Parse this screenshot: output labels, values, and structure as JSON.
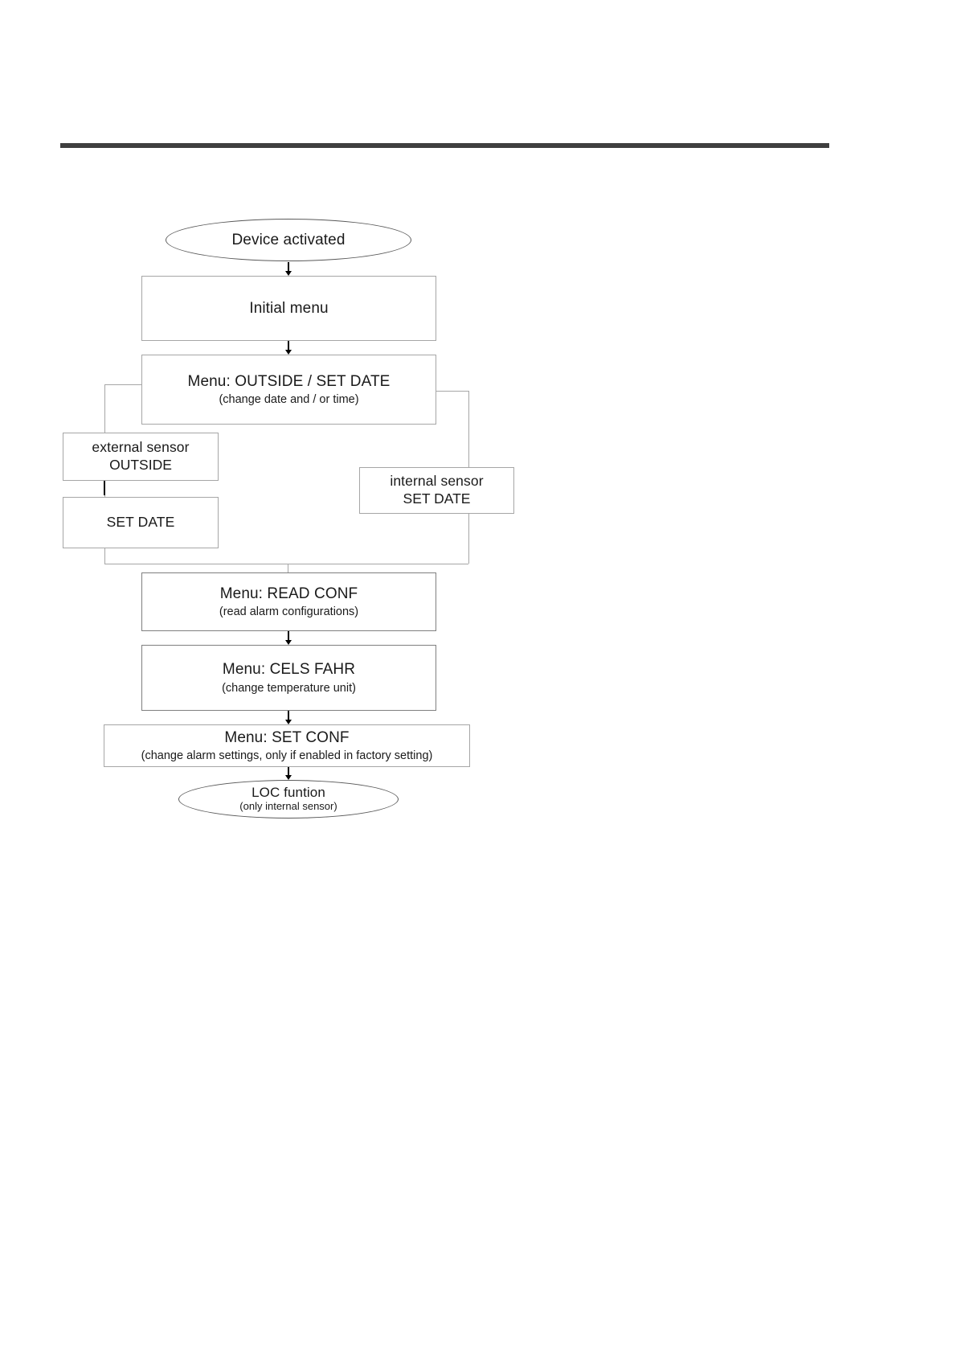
{
  "page": {
    "header_rule_color": "#3f3f3f",
    "background": "#ffffff"
  },
  "flowchart": {
    "type": "flowchart",
    "orientation": "top-to-bottom",
    "nodes": [
      {
        "id": "device-activated",
        "shape": "oval",
        "title": "Device activated",
        "subtitle": ""
      },
      {
        "id": "initial-menu",
        "shape": "rectangle",
        "title": "Initial menu",
        "subtitle": ""
      },
      {
        "id": "menu-outside-set-date",
        "shape": "rectangle",
        "title": "Menu: OUTSIDE / SET DATE",
        "subtitle": "(change date and / or time)"
      },
      {
        "id": "external-sensor-outside",
        "shape": "rectangle",
        "title": "external sensor",
        "subtitle": "OUTSIDE"
      },
      {
        "id": "set-date",
        "shape": "rectangle",
        "title": "SET DATE",
        "subtitle": ""
      },
      {
        "id": "internal-sensor-set-date",
        "shape": "rectangle",
        "title": "internal sensor",
        "subtitle": "SET DATE"
      },
      {
        "id": "menu-read-conf",
        "shape": "rectangle",
        "title": "Menu: READ CONF",
        "subtitle": "(read alarm configurations)"
      },
      {
        "id": "menu-cels-fahr",
        "shape": "rectangle",
        "title": "Menu: CELS FAHR",
        "subtitle": "(change temperature unit)"
      },
      {
        "id": "menu-set-conf",
        "shape": "rectangle",
        "title": "Menu: SET CONF",
        "subtitle": "(change alarm settings, only if enabled in factory setting)"
      },
      {
        "id": "loc-funtion",
        "shape": "oval",
        "title": "LOC funtion",
        "subtitle": "(only internal sensor)"
      }
    ],
    "edges": [
      {
        "from": "device-activated",
        "to": "initial-menu",
        "style": "arrow"
      },
      {
        "from": "initial-menu",
        "to": "menu-outside-set-date",
        "style": "arrow"
      },
      {
        "from": "menu-outside-set-date",
        "to": "external-sensor-outside",
        "style": "elbow-left"
      },
      {
        "from": "external-sensor-outside",
        "to": "set-date",
        "style": "tick"
      },
      {
        "from": "menu-outside-set-date",
        "to": "internal-sensor-set-date",
        "style": "elbow-right"
      },
      {
        "from": "set-date",
        "to": "menu-read-conf",
        "style": "elbow-merge"
      },
      {
        "from": "internal-sensor-set-date",
        "to": "menu-read-conf",
        "style": "elbow-merge"
      },
      {
        "from": "menu-read-conf",
        "to": "menu-cels-fahr",
        "style": "arrow"
      },
      {
        "from": "menu-cels-fahr",
        "to": "menu-set-conf",
        "style": "arrow"
      },
      {
        "from": "menu-set-conf",
        "to": "loc-funtion",
        "style": "arrow"
      }
    ]
  }
}
